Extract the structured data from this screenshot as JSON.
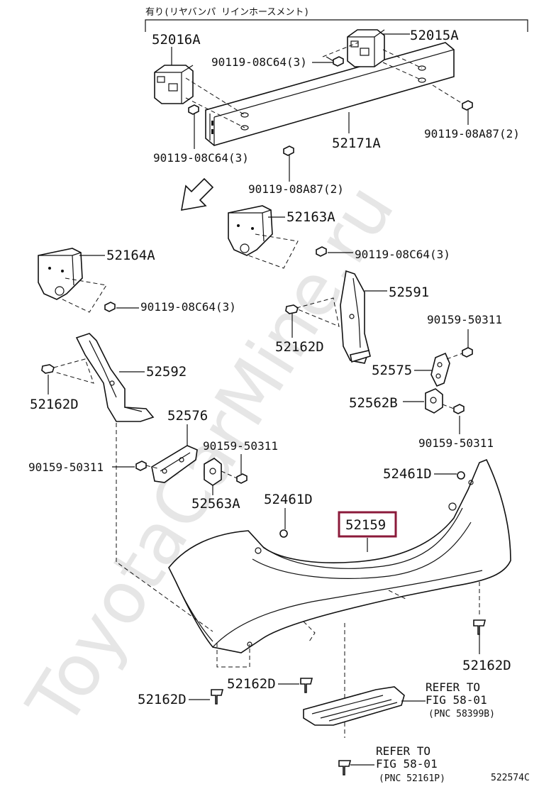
{
  "header_note": "有り(リヤバンパ リインホースメント)",
  "watermark": "ToyotaCarMine.ru",
  "figure_code": "522574C",
  "highlighted_part": "52159",
  "parts": {
    "p52016A": "52016A",
    "p52015A": "52015A",
    "p52171A": "52171A",
    "p52163A": "52163A",
    "p52164A": "52164A",
    "p52591": "52591",
    "p52592": "52592",
    "p52575": "52575",
    "p52562B": "52562B",
    "p52576": "52576",
    "p52563A": "52563A",
    "p52461D_left": "52461D",
    "p52461D_right": "52461D",
    "p52159": "52159",
    "p52162D_a": "52162D",
    "p52162D_b": "52162D",
    "p52162D_c": "52162D",
    "p52162D_d": "52162D",
    "p52162D_e": "52162D"
  },
  "fasteners": {
    "f1": "90119-08C64(3)",
    "f2": "90119-08C64(3)",
    "f3": "90119-08A87(2)",
    "f4": "90119-08A87(2)",
    "f5": "90119-08C64(3)",
    "f6": "90119-08C64(3)",
    "f7": "90159-50311",
    "f8": "90159-50311",
    "f9": "90159-50311",
    "f10": "90159-50311"
  },
  "refs": {
    "r1_line1": "REFER TO",
    "r1_line2": "FIG 58-01",
    "r1_line3": "(PNC 58399B)",
    "r2_line1": "REFER TO",
    "r2_line2": "FIG 58-01",
    "r2_line3": "(PNC 52161P)"
  }
}
